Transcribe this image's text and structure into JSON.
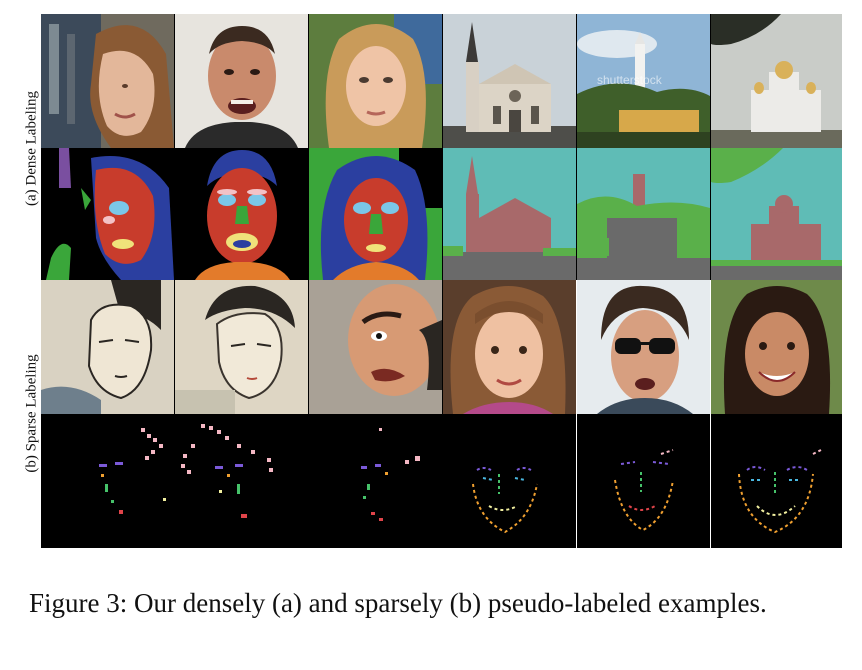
{
  "figure": {
    "row_labels": {
      "dense": "(a) Dense Labeling",
      "sparse": "(b) Sparse Labeling"
    },
    "caption": "Figure 3: Our densely (a) and sparsely (b) pseudo-labeled examples.",
    "watermark": "shutterstock"
  }
}
